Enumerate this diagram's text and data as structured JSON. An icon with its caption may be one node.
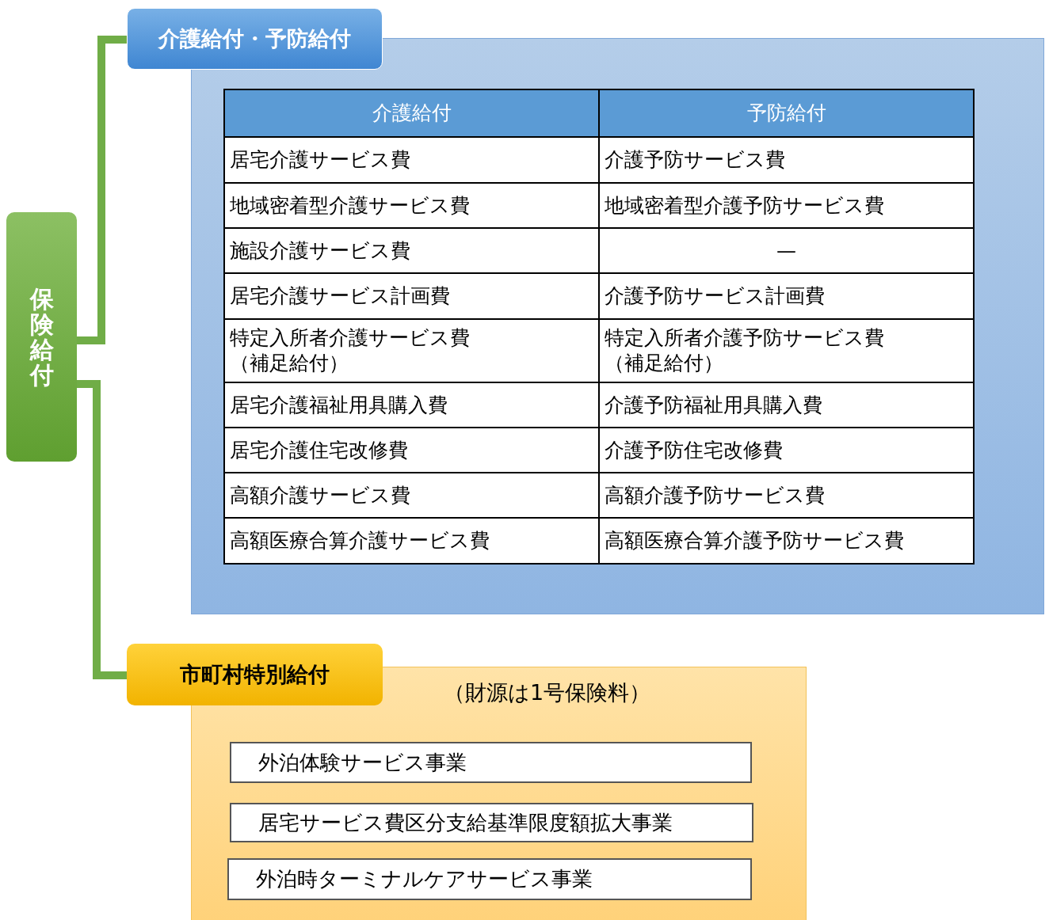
{
  "diagram": {
    "nodes": [
      {
        "text": [
          "保険給付"
        ]
      },
      {
        "text": [
          "介護給付・予防給付"
        ]
      },
      {
        "text": [
          "市町村特別給付",
          "（財源は1号保険料）"
        ]
      },
      {
        "text": [
          "外泊体験サービス事業"
        ],
        "in": 2
      },
      {
        "text": [
          "居宅サービス費区分支給基準限度額拡大事業"
        ],
        "in": 2
      },
      {
        "text": [
          "外泊時ターミナルケアサービス事業"
        ],
        "in": 2
      }
    ],
    "edges": [
      {
        "from": 0,
        "to": 1,
        "arrow": "none"
      },
      {
        "from": 0,
        "to": 2,
        "arrow": "none"
      }
    ],
    "labels": [
      "介護給付",
      "予防給付",
      "居宅介護サービス費",
      "介護予防サービス費",
      "地域密着型介護サービス費",
      "地域密着型介護予防サービス費",
      "施設介護サービス費",
      "—",
      "居宅介護サービス計画費",
      "介護予防サービス計画費",
      "特定入所者介護サービス費（補足給付）",
      "特定入所者介護予防サービス費（補足給付）",
      "居宅介護福祉用具購入費",
      "介護予防福祉用具購入費",
      "居宅介護住宅改修費",
      "介護予防住宅改修費",
      "高額介護サービス費",
      "高額介護予防サービス費",
      "高額医療合算介護サービス費",
      "高額医療合算介護予防サービス費"
    ]
  }
}
